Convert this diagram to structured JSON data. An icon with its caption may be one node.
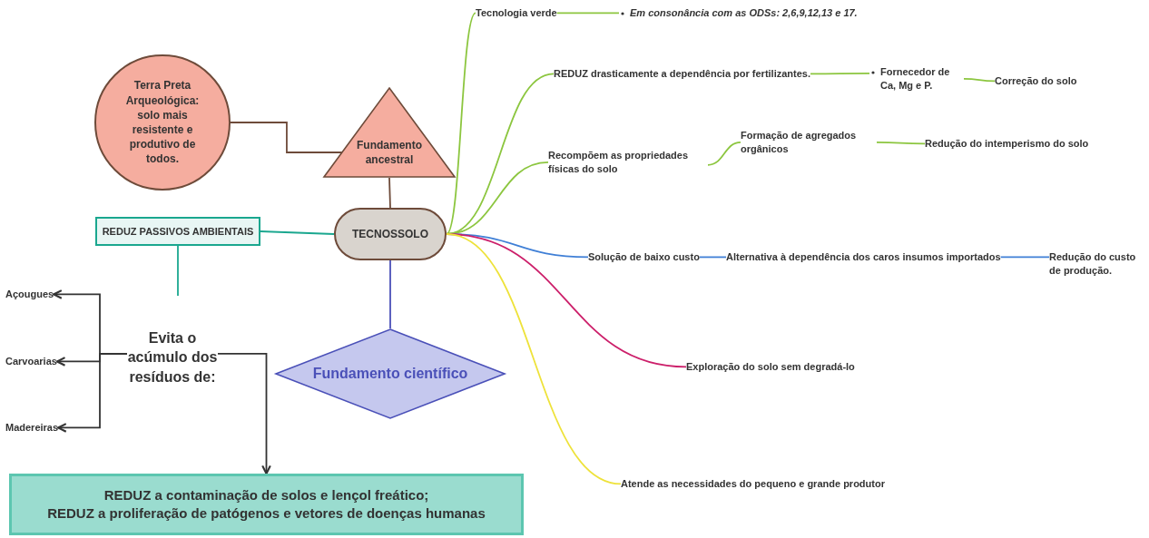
{
  "diagram": {
    "nodes": [
      {
        "text": [
          "Terra Preta Arqueológica: solo mais resistente e produtivo de todos."
        ]
      },
      {
        "text": [
          "Fundamento ancestral"
        ]
      },
      {
        "text": [
          "TECNOSSOLO"
        ]
      },
      {
        "text": [
          "REDUZ PASSIVOS AMBIENTAIS"
        ]
      },
      {
        "text": [
          "Evita o acúmulo dos resíduos de:"
        ]
      },
      {
        "text": [
          "Fundamento científico"
        ]
      },
      {
        "text": [
          "Açougues"
        ]
      },
      {
        "text": [
          "Carvoarias"
        ]
      },
      {
        "text": [
          "Madereiras"
        ]
      },
      {
        "text": [
          "REDUZ a contaminação de solos e lençol freático;",
          "REDUZ a proliferação de patógenos e vetores de doenças humanas"
        ]
      },
      {
        "text": [
          "Tecnologia verde"
        ]
      },
      {
        "text": [
          "Em consonância com as ODSs: 2,6,9,12,13 e 17."
        ]
      },
      {
        "text": [
          "REDUZ drasticamente a dependência por fertilizantes."
        ]
      },
      {
        "text": [
          "Fornecedor de Ca, Mg e P."
        ]
      },
      {
        "text": [
          "Correção do solo"
        ]
      },
      {
        "text": [
          "Recompõem as propriedades físicas do solo"
        ]
      },
      {
        "text": [
          "Formação de agregados orgânicos"
        ]
      },
      {
        "text": [
          "Redução do intemperismo do solo"
        ]
      },
      {
        "text": [
          "Solução de baixo custo"
        ]
      },
      {
        "text": [
          "Alternativa à dependência dos caros insumos importados"
        ]
      },
      {
        "text": [
          "Redução do custo de produção."
        ]
      },
      {
        "text": [
          "Exploração do solo sem degradá-lo"
        ]
      },
      {
        "text": [
          "Atende as necessidades do pequeno e grande produtor"
        ]
      }
    ],
    "edges": [
      {
        "from": 0,
        "to": 1,
        "arrow": "none",
        "color": "#6e4b3a"
      },
      {
        "from": 1,
        "to": 2,
        "arrow": "none",
        "color": "#6e4b3a"
      },
      {
        "from": 2,
        "to": 3,
        "arrow": "none",
        "color": "#1aa78f"
      },
      {
        "from": 3,
        "to": 4,
        "arrow": "none",
        "color": "#1aa78f"
      },
      {
        "from": 4,
        "to": 6,
        "arrow": "to",
        "color": "#333333"
      },
      {
        "from": 4,
        "to": 7,
        "arrow": "to",
        "color": "#333333"
      },
      {
        "from": 4,
        "to": 8,
        "arrow": "to",
        "color": "#333333"
      },
      {
        "from": 4,
        "to": 9,
        "arrow": "to",
        "color": "#333333"
      },
      {
        "from": 2,
        "to": 5,
        "arrow": "none",
        "color": "#4a50b8"
      },
      {
        "from": 2,
        "to": 10,
        "arrow": "none"
      },
      {
        "from": 10,
        "to": 11,
        "arrow": "none"
      },
      {
        "from": 2,
        "to": 12,
        "arrow": "none"
      },
      {
        "from": 12,
        "to": 13,
        "arrow": "none"
      },
      {
        "from": 13,
        "to": 14,
        "arrow": "none"
      },
      {
        "from": 2,
        "to": 15,
        "arrow": "none"
      },
      {
        "from": 15,
        "to": 16,
        "arrow": "none"
      },
      {
        "from": 16,
        "to": 17,
        "arrow": "none"
      },
      {
        "from": 2,
        "to": 18,
        "arrow": "none",
        "color": "#3f7fd6"
      },
      {
        "from": 18,
        "to": 19,
        "arrow": "none",
        "color": "#3f7fd6"
      },
      {
        "from": 19,
        "to": 20,
        "arrow": "none",
        "color": "#3f7fd6"
      },
      {
        "from": 2,
        "to": 21,
        "arrow": "none",
        "color": "#cc1f6a"
      },
      {
        "from": 2,
        "to": 22,
        "arrow": "none",
        "color": "#eee23a"
      }
    ]
  }
}
